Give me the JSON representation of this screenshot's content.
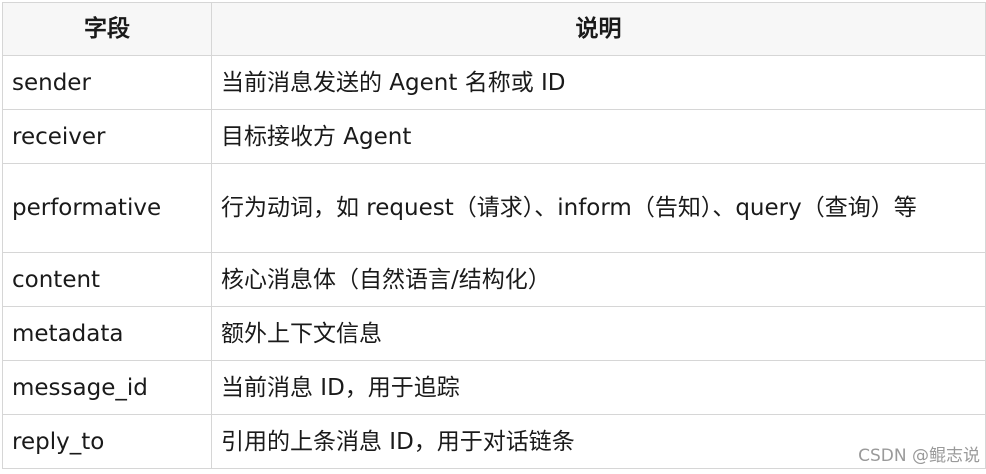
{
  "table": {
    "headers": [
      "字段",
      "说明"
    ],
    "rows": [
      {
        "field": "sender",
        "description": "当前消息发送的 Agent 名称或 ID"
      },
      {
        "field": "receiver",
        "description": "目标接收方 Agent"
      },
      {
        "field": "performative",
        "description": "行为动词，如 request（请求）、inform（告知）、query（查询）等"
      },
      {
        "field": "content",
        "description": "核心消息体（自然语言/结构化）"
      },
      {
        "field": "metadata",
        "description": "额外上下文信息"
      },
      {
        "field": "message_id",
        "description": "当前消息 ID，用于追踪"
      },
      {
        "field": "reply_to",
        "description": "引用的上条消息 ID，用于对话链条"
      }
    ]
  },
  "watermark": "CSDN @鲲志说"
}
